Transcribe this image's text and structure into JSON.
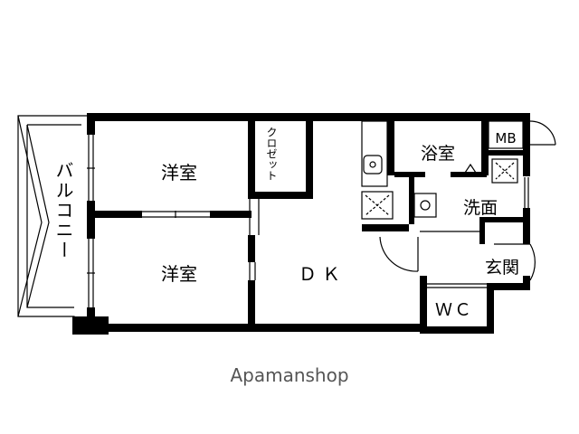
{
  "rooms": {
    "western_room_upper": "洋室",
    "western_room_lower": "洋室",
    "closet": "クロゼット",
    "balcony": "バルコニー",
    "dk": "ＤＫ",
    "bathroom": "浴室",
    "washroom": "洗面",
    "entrance": "玄関",
    "wc": "ＷＣ",
    "meter_box": "MB"
  },
  "footer": {
    "watermark": "Apamanshop"
  },
  "colors": {
    "wall": "#000000",
    "background": "#ffffff",
    "watermark": "#555555"
  }
}
